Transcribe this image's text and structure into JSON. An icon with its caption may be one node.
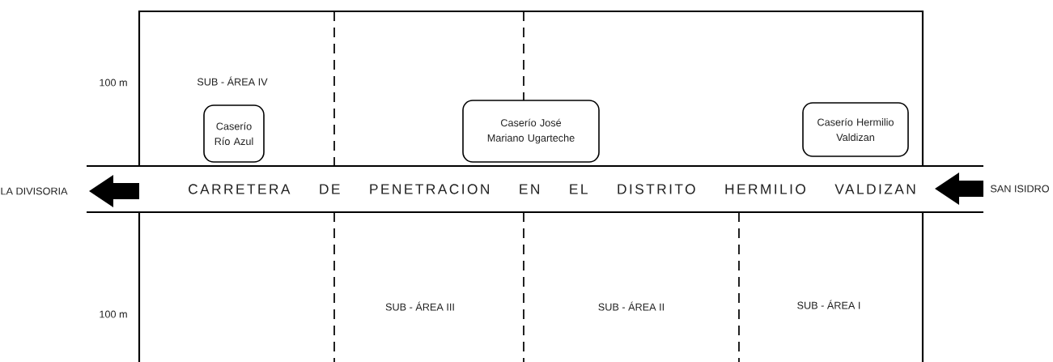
{
  "diagram": {
    "nodes": [
      {
        "text": [
          "CARRETERA DE PENETRACION EN EL DISTRITO HERMILIO VALDIZAN"
        ],
        "beside": [
          "LA DIVISORIA",
          "SAN ISIDRO"
        ]
      },
      {
        "text": [
          "Caserío Río Azul"
        ]
      },
      {
        "text": [
          "Caserío José Mariano Ugarteche"
        ]
      },
      {
        "text": [
          "Caserío Hermilio Valdizan"
        ]
      }
    ],
    "labels": [
      "100 m",
      "SUB - ÁREA IV",
      "100 m",
      "SUB - ÁREA III",
      "SUB - ÁREA II",
      "SUB - ÁREA I"
    ]
  }
}
